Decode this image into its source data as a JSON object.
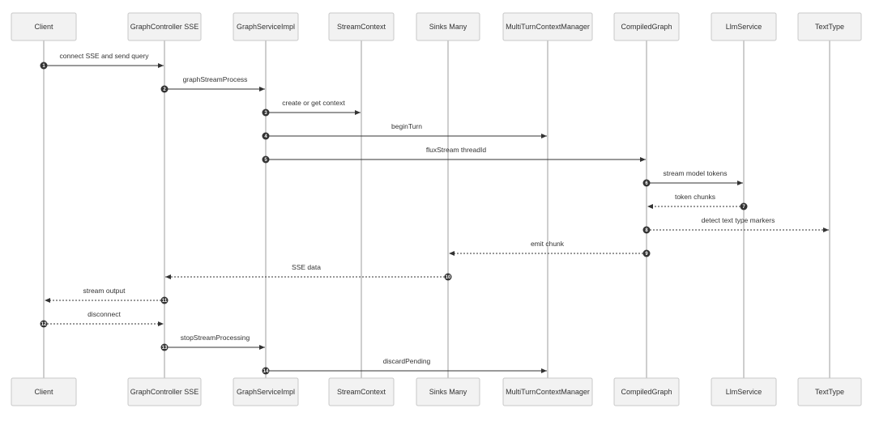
{
  "diagram": {
    "type": "sequence",
    "actors": [
      "Client",
      "GraphController SSE",
      "GraphServiceImpl",
      "StreamContext",
      "Sinks Many",
      "MultiTurnContextManager",
      "CompiledGraph",
      "LlmService",
      "TextType"
    ],
    "messages": [
      {
        "num": "1",
        "from": 0,
        "to": 1,
        "label": "connect SSE and send query",
        "style": "solid"
      },
      {
        "num": "2",
        "from": 1,
        "to": 2,
        "label": "graphStreamProcess",
        "style": "solid"
      },
      {
        "num": "3",
        "from": 2,
        "to": 3,
        "label": "create or get context",
        "style": "solid"
      },
      {
        "num": "4",
        "from": 2,
        "to": 5,
        "label": "beginTurn",
        "style": "solid"
      },
      {
        "num": "5",
        "from": 2,
        "to": 6,
        "label": "fluxStream threadId",
        "style": "solid"
      },
      {
        "num": "6",
        "from": 6,
        "to": 7,
        "label": "stream model tokens",
        "style": "solid"
      },
      {
        "num": "7",
        "from": 7,
        "to": 6,
        "label": "token chunks",
        "style": "dotted"
      },
      {
        "num": "8",
        "from": 6,
        "to": 8,
        "label": "detect text type markers",
        "style": "dotted"
      },
      {
        "num": "9",
        "from": 6,
        "to": 4,
        "label": "emit chunk",
        "style": "dotted"
      },
      {
        "num": "10",
        "from": 4,
        "to": 1,
        "label": "SSE data",
        "style": "dotted"
      },
      {
        "num": "11",
        "from": 1,
        "to": 0,
        "label": "stream output",
        "style": "dotted"
      },
      {
        "num": "12",
        "from": 0,
        "to": 1,
        "label": "disconnect",
        "style": "dotted"
      },
      {
        "num": "13",
        "from": 1,
        "to": 2,
        "label": "stopStreamProcessing",
        "style": "solid"
      },
      {
        "num": "14",
        "from": 2,
        "to": 5,
        "label": "discardPending",
        "style": "solid"
      }
    ]
  }
}
